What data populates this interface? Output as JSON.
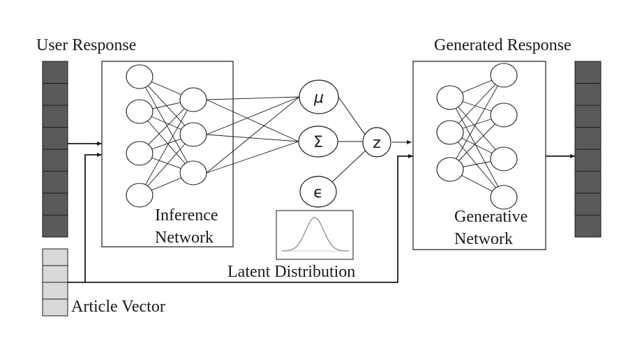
{
  "labels": {
    "user_response": "User Response",
    "generated_response": "Generated Response",
    "inference_network_line1": "Inference",
    "inference_network_line2": "Network",
    "generative_network_line1": "Generative",
    "generative_network_line2": "Network",
    "latent_distribution": "Latent Distribution",
    "article_vector": "Article Vector"
  },
  "symbols": {
    "mu": "μ",
    "sigma": "Σ",
    "epsilon": "ϵ",
    "z": "z"
  },
  "colors": {
    "dark_cell": "#5a5a5a",
    "light_cell": "#d9d9d9",
    "stroke": "#1a1a1a",
    "curve": "#999999"
  }
}
